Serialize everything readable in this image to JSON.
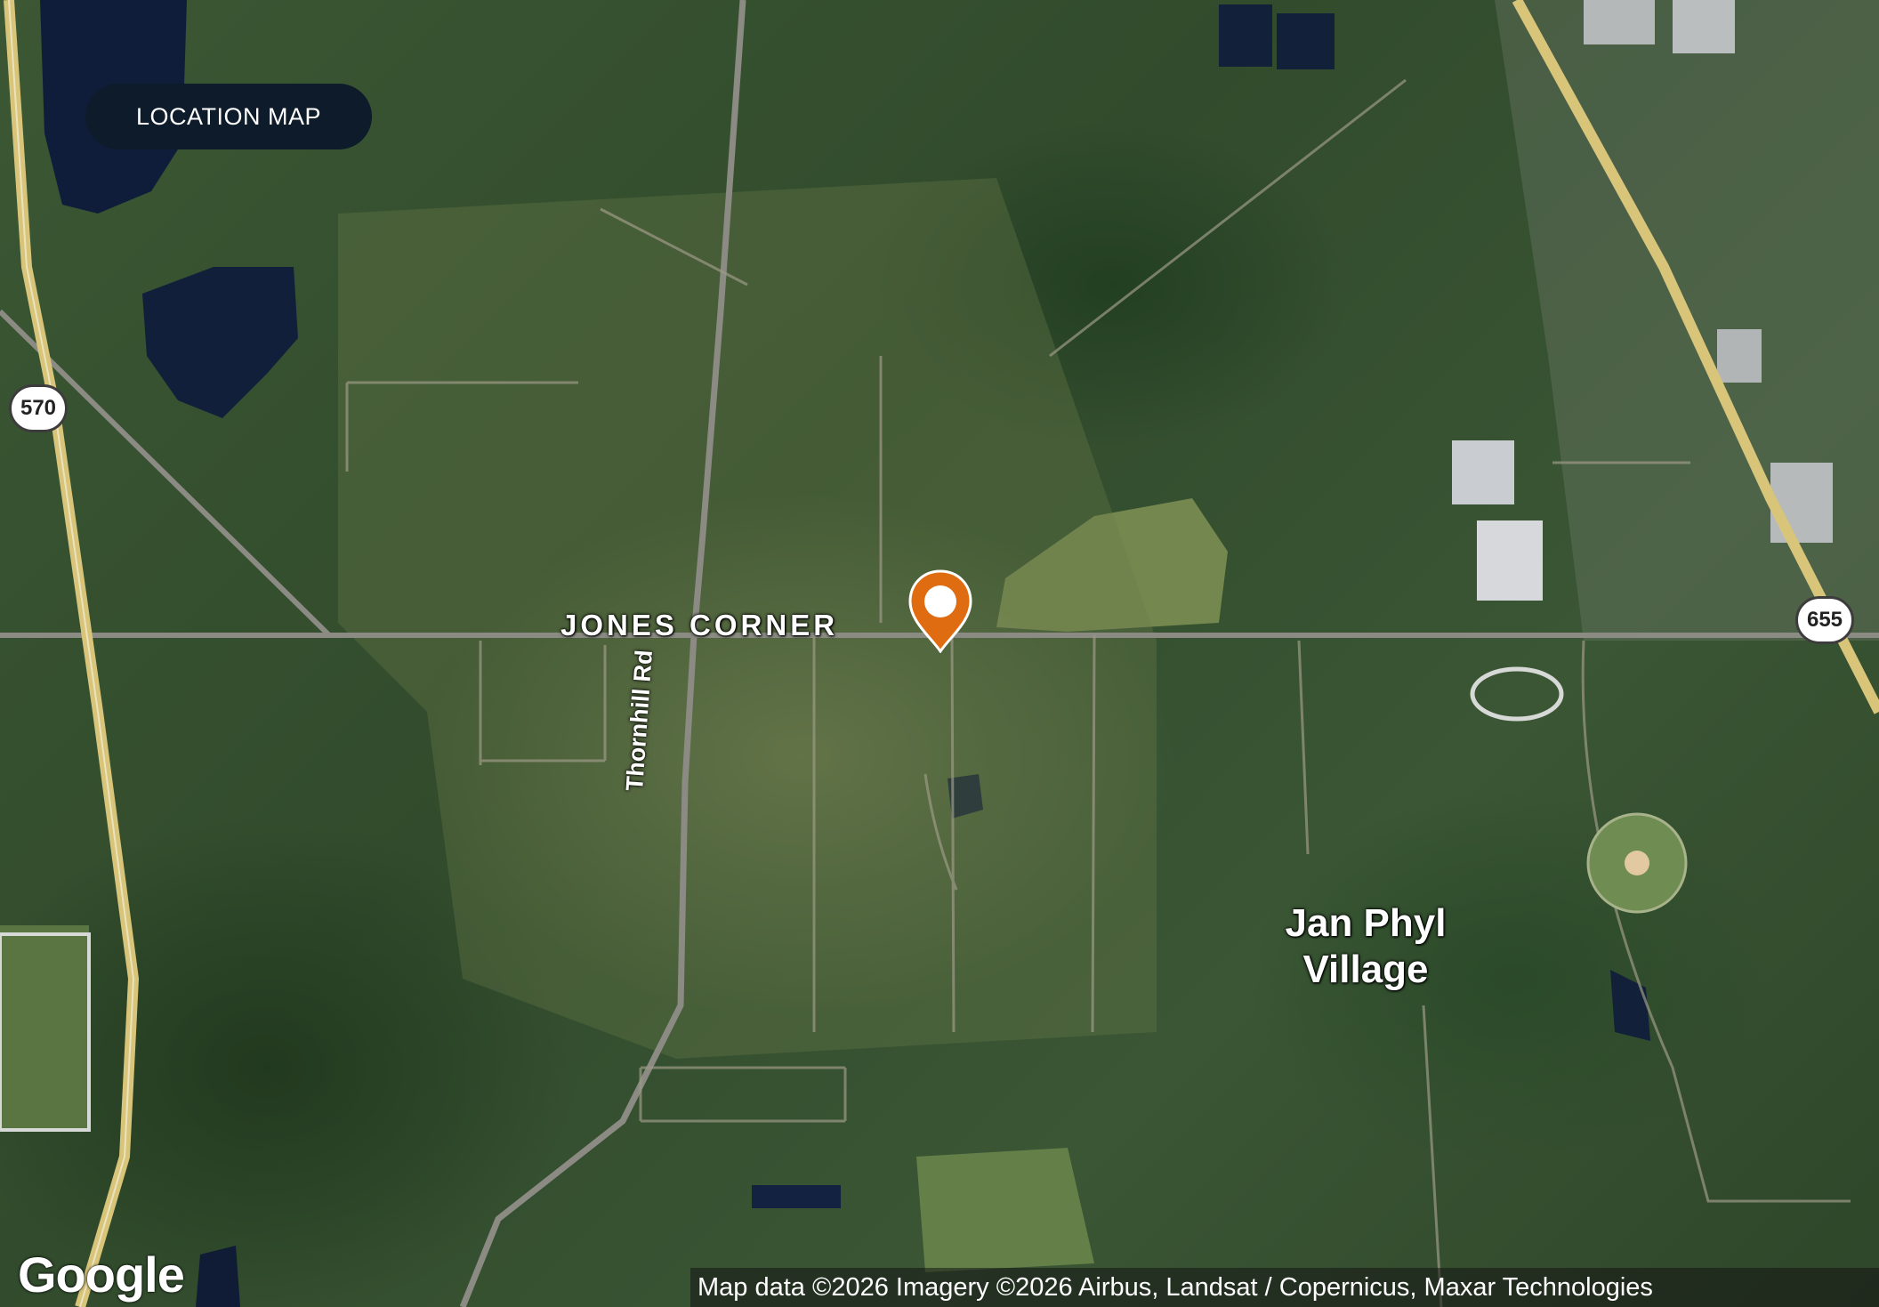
{
  "header": {
    "label": "LOCATION MAP"
  },
  "map": {
    "places": {
      "jones_corner": "JONES CORNER",
      "jan_phyl_village": "Jan Phyl\nVillage"
    },
    "roads": {
      "thornhill": "Thornhill Rd"
    },
    "shields": {
      "route_570": "570",
      "route_655": "655"
    },
    "marker": {
      "icon": "location-pin-icon",
      "color": "#e06c12"
    }
  },
  "footer": {
    "logo": "Google",
    "attribution": "Map data ©2026 Imagery ©2026 Airbus, Landsat / Copernicus, Maxar Technologies"
  }
}
